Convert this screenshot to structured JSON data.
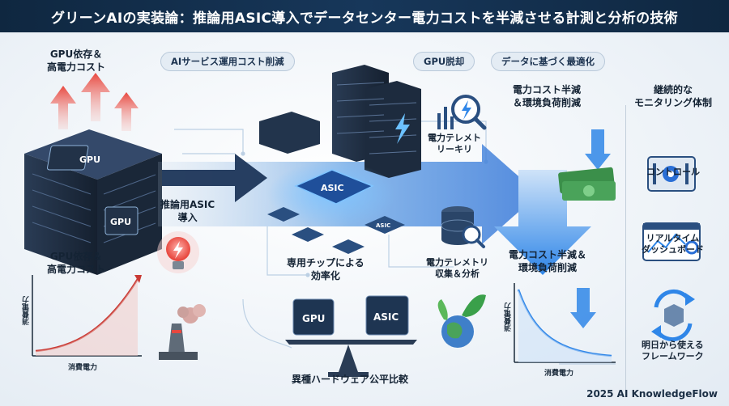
{
  "title": "グリーンAIの実装論：推論用ASIC導入でデータセンター電力コストを半減させる計測と分析の技術",
  "labels": {
    "gpu_cost_top": "GPU依存＆\n高電力コスト",
    "ai_service": "AIサービス運用コスト削減",
    "gpu_exit": "GPU脱却",
    "data_opt": "データに基づく最適化",
    "power_half_top": "電力コスト半減\n＆環境負荷削減",
    "continuous": "継続的な\nモニタリング体制",
    "telemetry_leak": "電力テレメト\nリーキリ",
    "control": "コントロール",
    "asic_infer": "推論用ASIC\n導入",
    "gpu_cost_mid": "GPU依存＆\n高電力コスト",
    "chip_eff": "専用チップによる\n効率化",
    "telemetry_collect": "電力テレメトリ\n収集＆分析",
    "power_half_mid": "電力コスト半減＆\n環境負荷削減",
    "realtime": "リアルタイム\nダッシュボード",
    "framework": "明日から使える\nフレームワーク",
    "hetero": "異種ハードウェア公平比較",
    "axis_y": "消費電力",
    "axis_x": "消費電力",
    "chip_gpu": "GPU",
    "chip_asic": "ASIC",
    "credit": "2025 AI KnowledgeFlow"
  },
  "colors": {
    "title_bg": "#0f2740",
    "server_dark": "#1d2b3e",
    "chip_blue": "#2a6fd6",
    "arrow_red": "#e8483f",
    "arrow_blue": "#2f86e8",
    "leaf_green": "#3aa04a"
  },
  "icons": [
    "server-rack-icon",
    "gpu-chip-icon",
    "asic-chip-icon",
    "lightbulb-icon",
    "factory-icon",
    "magnifier-icon",
    "database-icon",
    "money-stack-icon",
    "globe-leaf-icon",
    "control-panel-icon",
    "dashboard-icon",
    "cycle-box-icon",
    "balance-scale-icon"
  ]
}
